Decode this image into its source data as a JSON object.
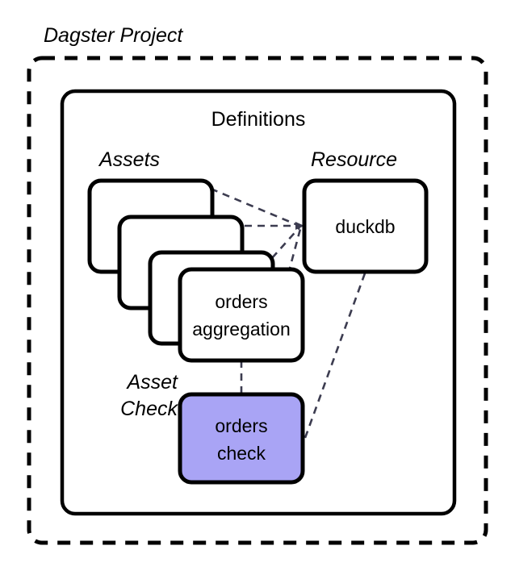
{
  "diagram": {
    "outer_label": "Dagster Project",
    "container_label": "Definitions",
    "groups": {
      "assets_label": "Assets",
      "resource_label": "Resource",
      "asset_check_label": "Asset\nCheck"
    },
    "nodes": {
      "asset_front": "orders\naggregation",
      "resource": "duckdb",
      "asset_check": "orders\ncheck"
    },
    "stack_count": 4,
    "colors": {
      "asset_check_fill": "#a9a4f5",
      "stroke": "#000000",
      "node_fill": "#ffffff",
      "background": "#ffffff",
      "connector": "#3c3c50"
    }
  }
}
